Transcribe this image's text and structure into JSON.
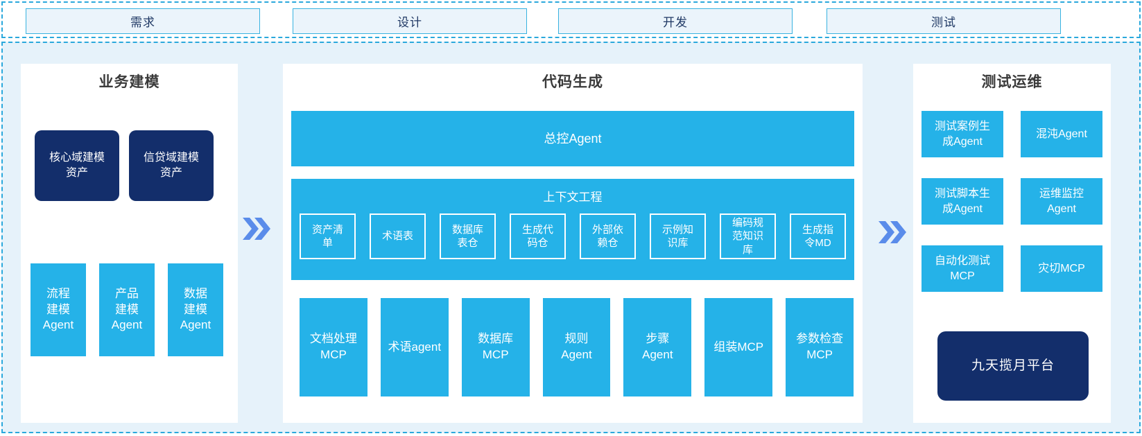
{
  "phases": {
    "items": [
      {
        "label": "需求"
      },
      {
        "label": "设计"
      },
      {
        "label": "开发"
      },
      {
        "label": "测试"
      }
    ]
  },
  "panels": {
    "business_modeling": {
      "title": "业务建模",
      "asset_boxes": [
        "核心域建模资产",
        "信贷域建模资产"
      ],
      "agent_boxes": [
        "流程建模Agent",
        "产品建模Agent",
        "数据建模Agent"
      ]
    },
    "code_generation": {
      "title": "代码生成",
      "master_agent": "总控Agent",
      "context_engineering": {
        "title": "上下文工程",
        "items": [
          "资产清单",
          "术语表",
          "数据库表仓",
          "生成代码仓",
          "外部依赖仓",
          "示例知识库",
          "编码规范知识库",
          "生成指令MD"
        ]
      },
      "tool_boxes": [
        "文档处理MCP",
        "术语agent",
        "数据库MCP",
        "规则Agent",
        "步骤Agent",
        "组装MCP",
        "参数检查MCP"
      ]
    },
    "test_ops": {
      "title": "测试运维",
      "boxes": [
        "测试案例生成Agent",
        "混沌Agent",
        "测试脚本生成Agent",
        "运维监控Agent",
        "自动化测试MCP",
        "灾切MCP"
      ],
      "platform": "九天揽月平台"
    }
  },
  "colors": {
    "cyan": "#25b2e8",
    "navy": "#132e6b",
    "light_blue_bg": "#e6f2fa",
    "dashed_border": "#2aa8dc",
    "chevron": "#5a8cea",
    "phase_fill": "#ebf4fb",
    "phase_border": "#38b2e0",
    "phase_text": "#1f3864",
    "title_text": "#3a3a3a"
  }
}
